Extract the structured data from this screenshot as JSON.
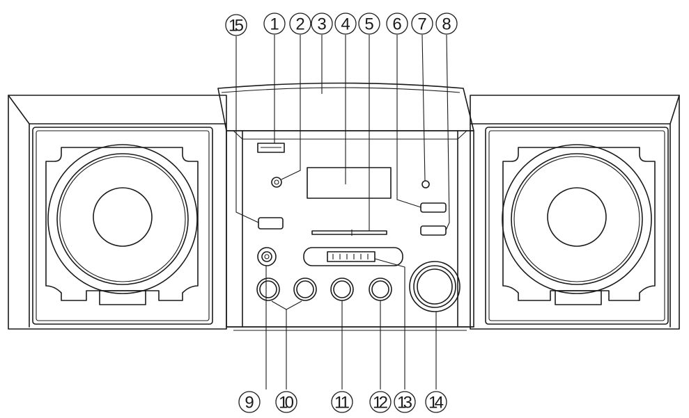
{
  "callouts": [
    {
      "id": "1",
      "label": "1"
    },
    {
      "id": "2",
      "label": "2"
    },
    {
      "id": "3",
      "label": "3"
    },
    {
      "id": "4",
      "label": "4"
    },
    {
      "id": "5",
      "label": "5"
    },
    {
      "id": "6",
      "label": "6"
    },
    {
      "id": "7",
      "label": "7"
    },
    {
      "id": "8",
      "label": "8"
    },
    {
      "id": "9",
      "label": "9"
    },
    {
      "id": "10",
      "label": "10"
    },
    {
      "id": "11",
      "label": "11"
    },
    {
      "id": "12",
      "label": "12"
    },
    {
      "id": "13",
      "label": "13"
    },
    {
      "id": "14",
      "label": "14"
    },
    {
      "id": "15",
      "label": "15"
    }
  ],
  "colors": {
    "stroke": "#1a1a1a",
    "background": "#ffffff"
  }
}
